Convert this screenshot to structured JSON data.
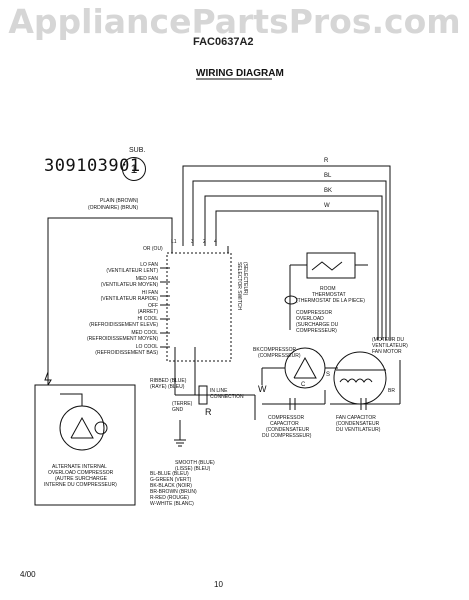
{
  "watermark": "AppliancePartsPros.com",
  "model": "FAC0637A2",
  "title": "WIRING DIAGRAM",
  "part_number": "309103901",
  "sub": {
    "label": "SUB.",
    "value": "1"
  },
  "wires": {
    "R": "R",
    "BL": "BL",
    "BK": "BK",
    "W": "W"
  },
  "plain": [
    "PLAIN (BROWN)",
    "(ORDINAIRE) (BRUN)"
  ],
  "switch_terminals": [
    "L1",
    "3",
    "2",
    "4"
  ],
  "or_label": "OR (OU)",
  "selector_positions": [
    "LO FAN",
    "(VENTILATEUR LENT)",
    "MED FAN",
    "(VENTILATEUR MOYEN)",
    "HI FAN",
    "(VENTILATEUR RAPIDE)",
    "OFF",
    "(ARRET)",
    "HI COOL",
    "(REFROIDISSEMENT ELEVE)",
    "MED COOL",
    "(REFROIDISSEMENT MOYEN)",
    "LO COOL",
    "(REFROIDISSEMENT BAS)"
  ],
  "selector_switch": [
    "SELECTOR SWITCH",
    "(SELECTEUR)"
  ],
  "room_thermostat": [
    "ROOM",
    "THERMOSTAT",
    "(THERMOSTAT DE LA PIECE)"
  ],
  "compressor_overload": [
    "COMPRESSOR",
    "OVERLOAD",
    "(SURCHARGE DU",
    "COMPRESSEUR)"
  ],
  "compressor": [
    "COMPRESSOR",
    "(COMPRESSEUR)"
  ],
  "fan_motor": [
    "(MOTEUR DU",
    "VENTILATEUR)",
    "FAN MOTOR"
  ],
  "ribbed": [
    "RIBBED (BLUE)",
    "(RAYE) (BLEU)"
  ],
  "smooth": [
    "SMOOTH (BLUE)",
    "(LISSE) (BLEU)"
  ],
  "inline_connection": [
    "IN LINE",
    "CONNECTION"
  ],
  "earth": [
    "(TERRE)",
    "GND"
  ],
  "color_legend": [
    "BL-BLUE (BLEU)",
    "G-GREEN (VERT)",
    "BK-BLACK (NOIR)",
    "BR-BROWN (BRUN)",
    "R-RED (ROUGE)",
    "W-WHITE (BLANC)"
  ],
  "alt_overload": [
    "ALTERNATE INTERNAL",
    "OVERLOAD COMPRESSOR",
    "(AUTRE SURCHARGE",
    "INTERNE DU COMPRESSEUR)"
  ],
  "compressor_capacitor": [
    "COMPRESSOR",
    "CAPACITOR",
    "(CONDENSATEUR",
    "DU COMPRESSEUR)"
  ],
  "fan_capacitor": [
    "FAN CAPACITOR",
    "(CONDENSATEUR",
    "DU VENTILATEUR)"
  ],
  "terminal_letters": {
    "C": "C",
    "S": "S",
    "R": "R",
    "W": "W",
    "BK": "BK",
    "BR": "BR"
  },
  "date": "4/00",
  "page": "10"
}
